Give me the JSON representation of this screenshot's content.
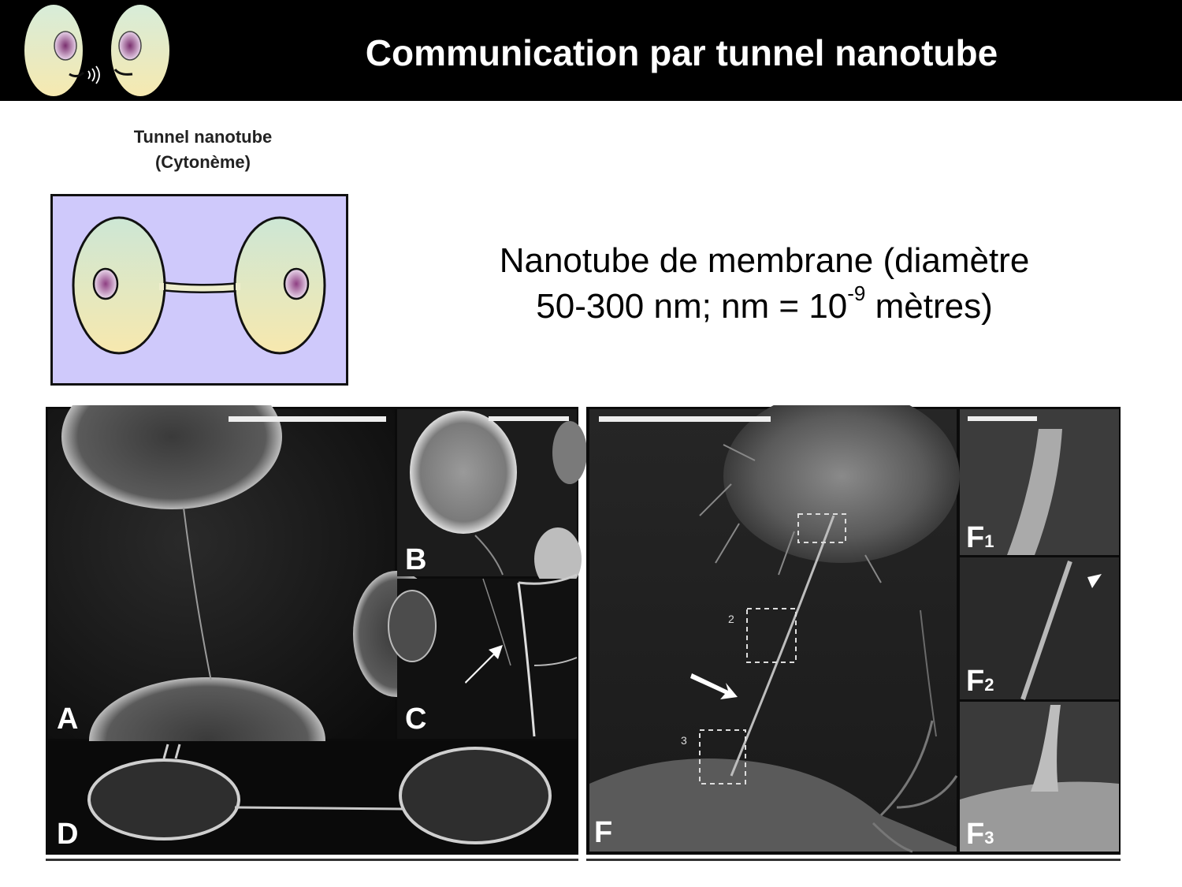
{
  "header": {
    "title": "Communication par tunnel nanotube"
  },
  "diagram": {
    "label_line1": "Tunnel nanotube",
    "label_line2": "(Cytonème)"
  },
  "description": {
    "line1": "Nanotube de membrane (diamètre",
    "line2_prefix": "50-300 nm; nm = 10",
    "line2_exponent": "-9",
    "line2_suffix": " mètres)"
  },
  "figure": {
    "panels": {
      "A": "A",
      "B": "B",
      "C": "C",
      "D": "D",
      "F": "F",
      "F1": {
        "letter": "F",
        "sub": "1"
      },
      "F2": {
        "letter": "F",
        "sub": "2"
      },
      "F3": {
        "letter": "F",
        "sub": "3"
      }
    },
    "box_labels": {
      "box2": "2",
      "box3": "3"
    }
  },
  "colors": {
    "header_bg": "#000000",
    "diagram_bg": "#cfc9fb",
    "cell_top": "#cfe8d4",
    "cell_bottom": "#f6e9b0",
    "nucleus": "#9a5a8c"
  }
}
